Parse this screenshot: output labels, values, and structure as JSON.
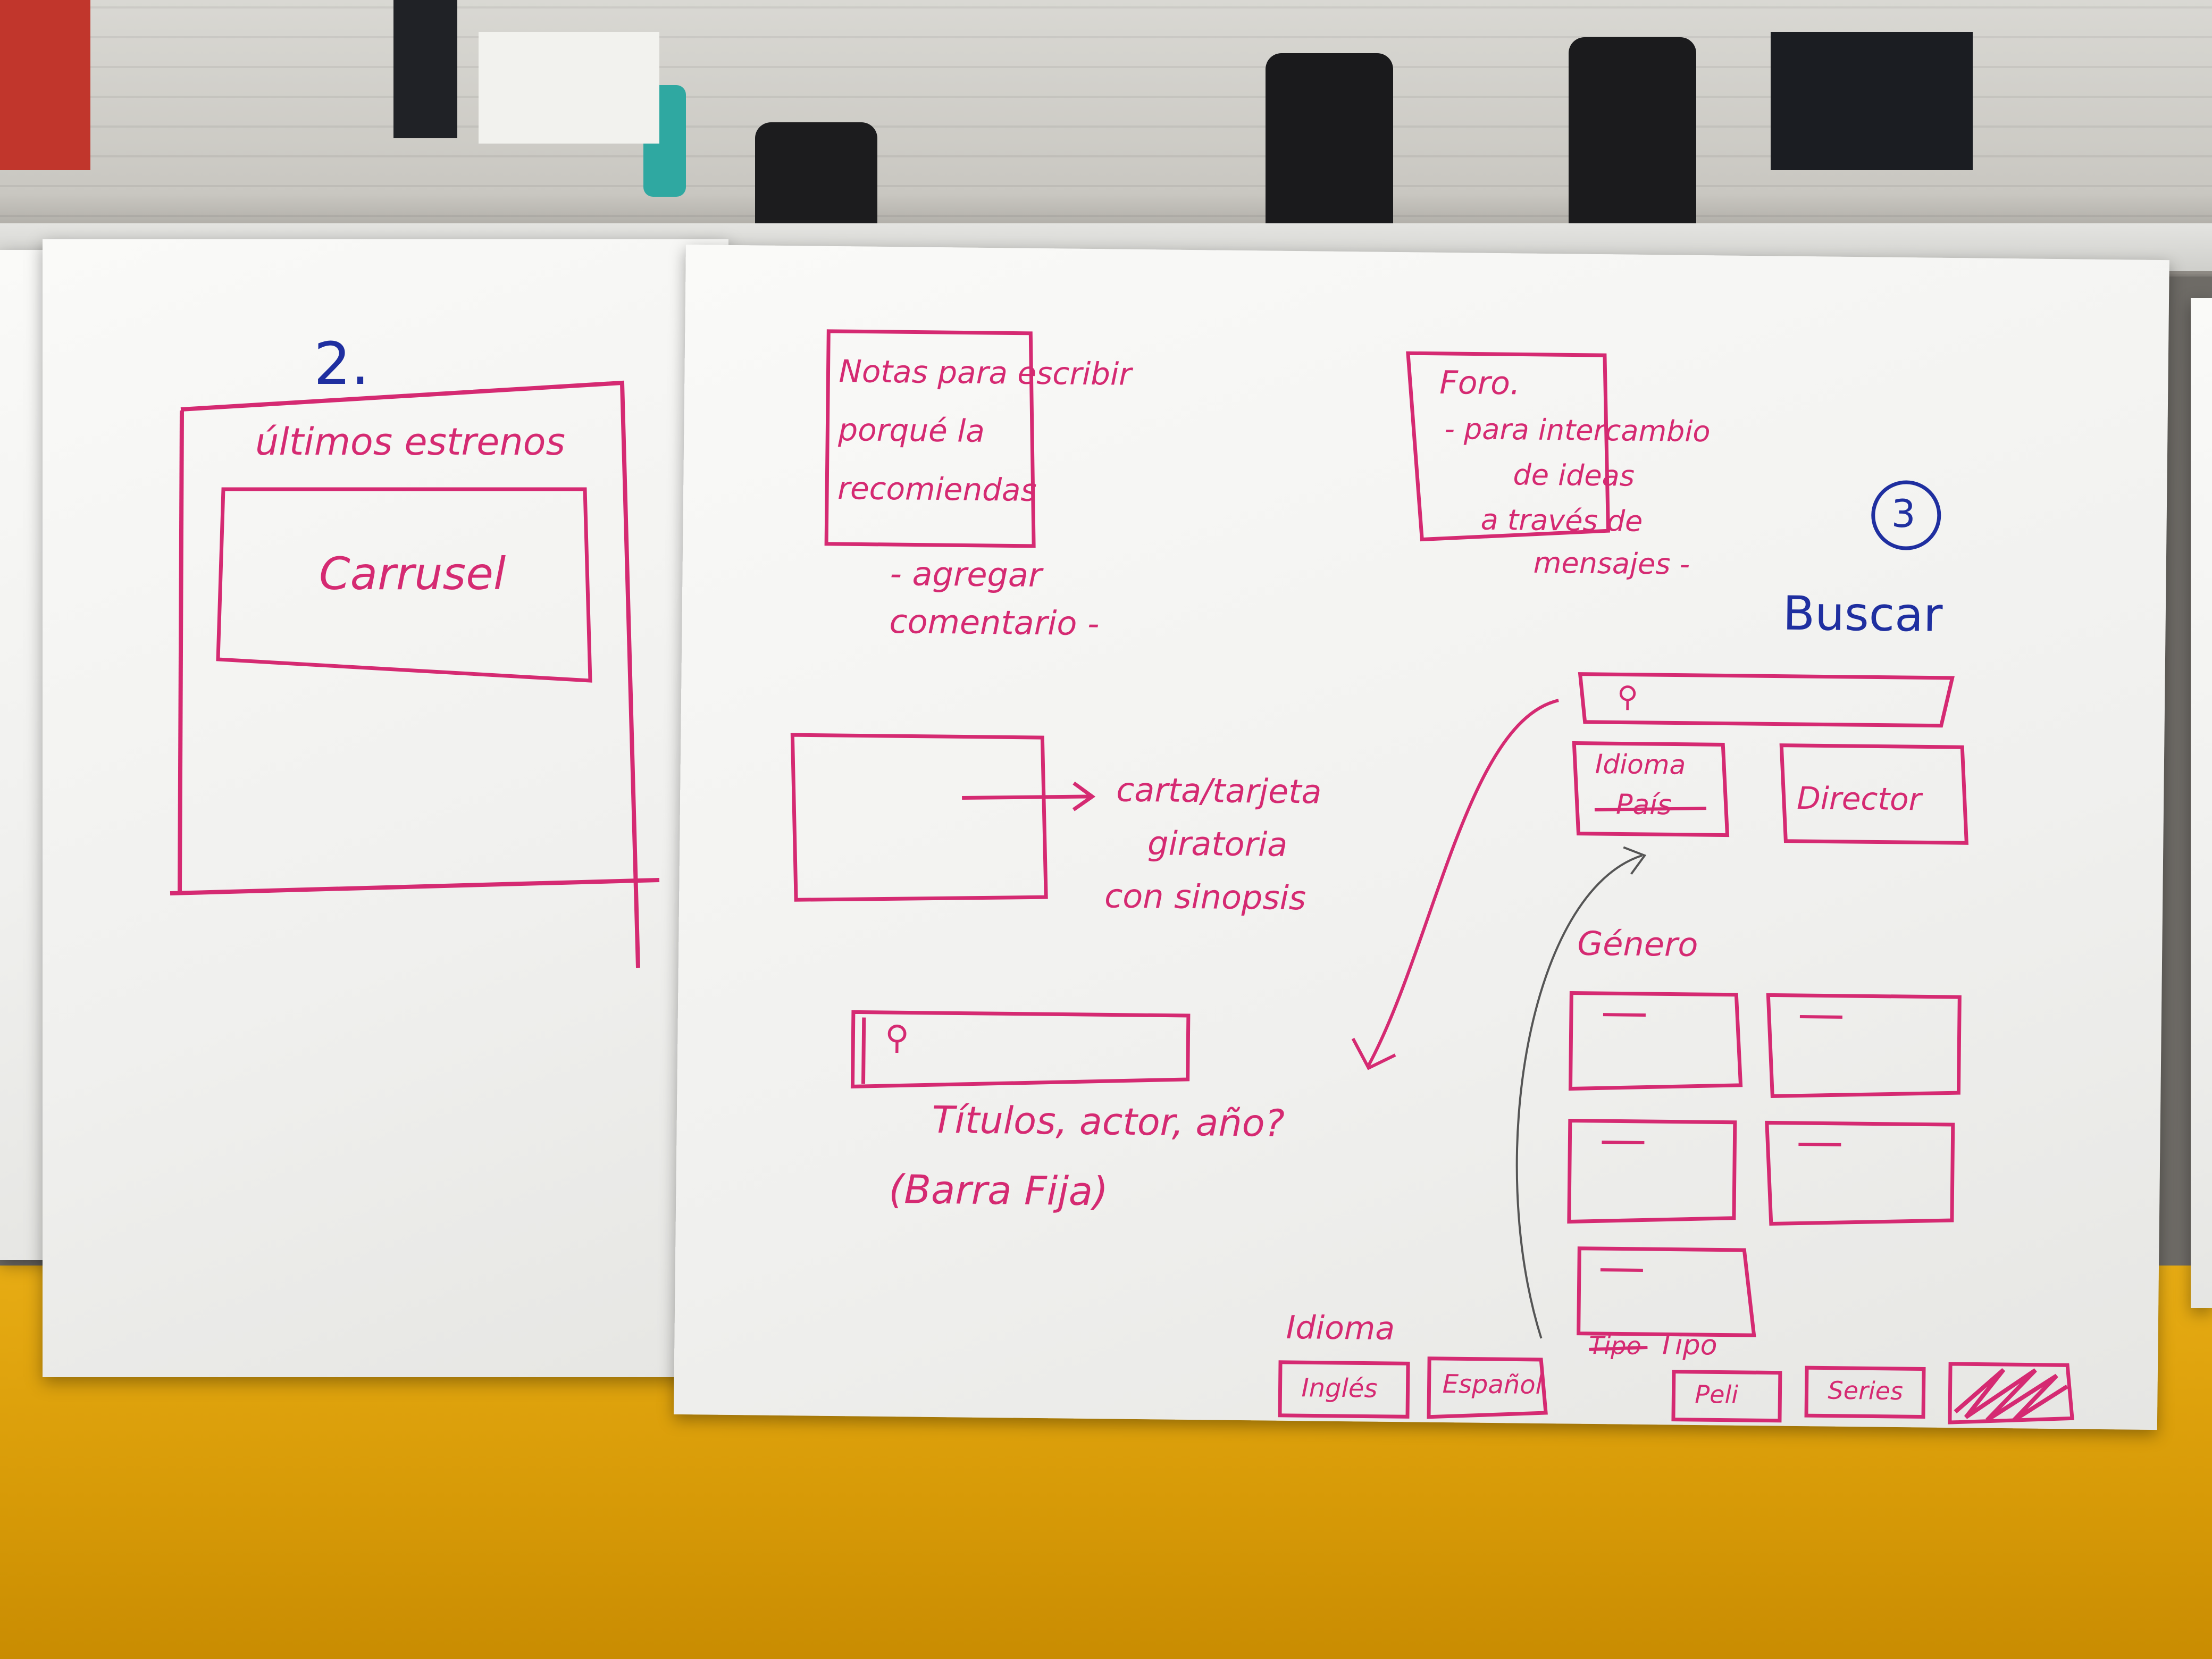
{
  "photo": {
    "colors": {
      "pen": "#d52a72",
      "blue_pen": "#1f2fa0",
      "paper": "#f6f6f4",
      "wall": "#e0a10c"
    }
  },
  "sheet_left": {
    "number": "2.",
    "section_title": "últimos estrenos",
    "carousel_label": "Carrusel"
  },
  "sheet_right": {
    "number": "3",
    "notes_box": "Notas para escribir porqué la recomiendas",
    "add_comment": "- agregar comentario -",
    "forum_box": "Foro.",
    "forum_desc_1": "- para intercambio",
    "forum_desc_2": "de ideas",
    "forum_desc_3": "a través de",
    "forum_desc_4": "mensajes -",
    "flip_card_1": "carta/tarjeta",
    "flip_card_2": "giratoria",
    "flip_card_3": "con sinopsis",
    "search_caption": "Títulos, actor, año?",
    "fixed_bar": "(Barra Fija)",
    "search_title": "Buscar",
    "filter_language": "Idioma",
    "filter_language_struck": "País",
    "filter_director": "Director",
    "genre_label": "Género",
    "language_label": "Idioma",
    "lang_english": "Inglés",
    "lang_spanish": "Español",
    "type_struck": "Tipo",
    "type_label": "Tipo",
    "type_movie": "Peli",
    "type_series": "Series"
  }
}
